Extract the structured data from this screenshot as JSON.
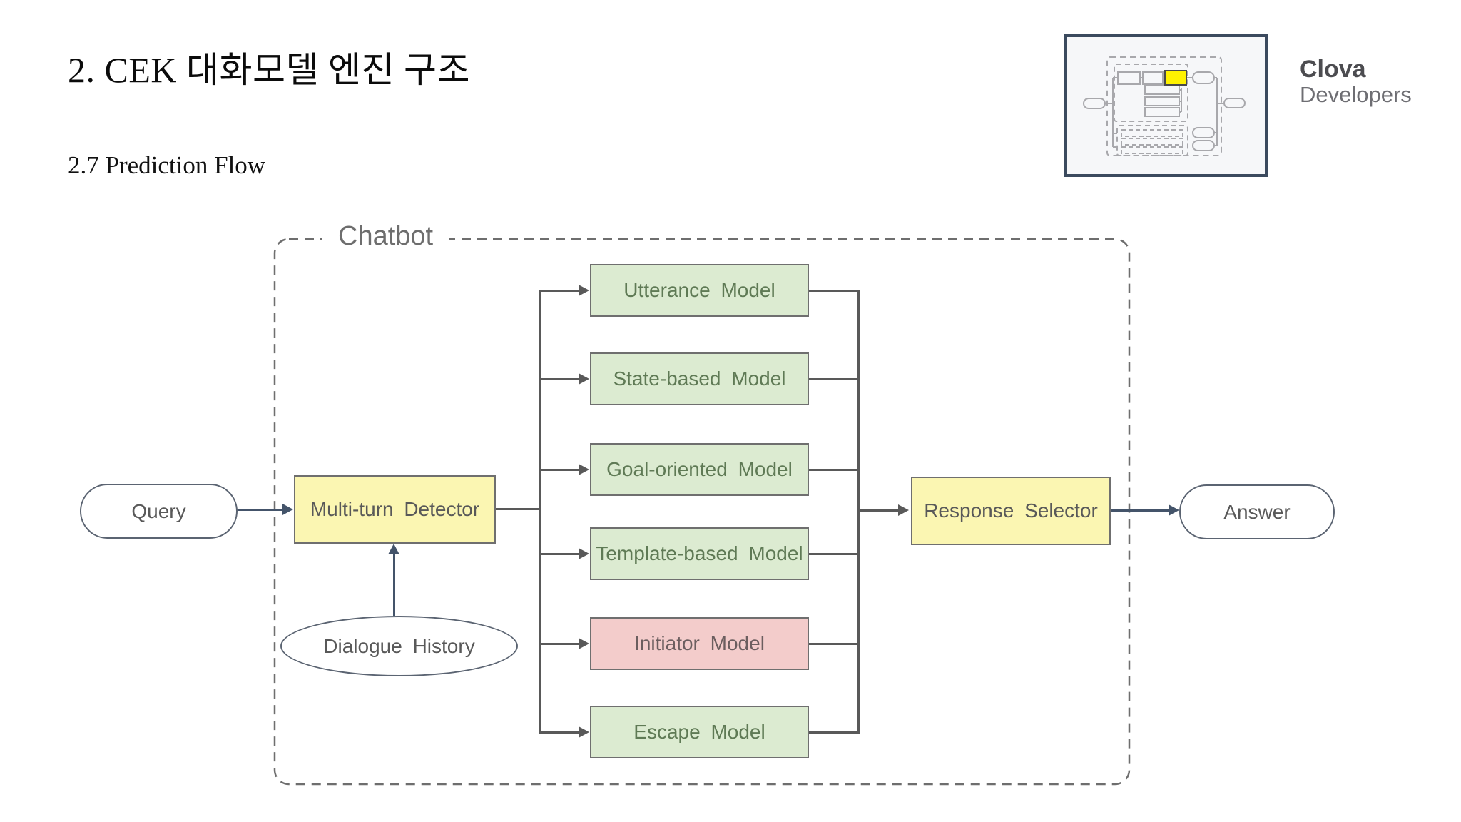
{
  "slide": {
    "title": "2. CEK 대화모델 엔진 구조",
    "subtitle": "2.7 Prediction Flow"
  },
  "branding": {
    "name": "Clova",
    "sub": "Developers"
  },
  "diagram": {
    "container_label": "Chatbot",
    "input_node": "Query",
    "detector": "Multi-turn Detector",
    "history_node": "Dialogue History",
    "models": [
      {
        "label": "Utterance Model",
        "type": "green"
      },
      {
        "label": "State-based Model",
        "type": "green"
      },
      {
        "label": "Goal-oriented Model",
        "type": "green"
      },
      {
        "label": "Template-based Model",
        "type": "green"
      },
      {
        "label": "Initiator Model",
        "type": "pink"
      },
      {
        "label": "Escape Model",
        "type": "green"
      }
    ],
    "selector": "Response Selector",
    "output_node": "Answer"
  },
  "colors": {
    "accent_navy": "#44546A",
    "line_gray": "#595959",
    "box_yellow": "#FBF6B2",
    "box_green": "#DCEBD1",
    "box_pink": "#F3CCCB",
    "green_text": "#5F7A55",
    "pink_text": "#6B5E5F",
    "gray_text": "#595959",
    "dash_gray": "#6E6E6E",
    "minimap_highlight": "#FFF200",
    "minimap_line": "#A8A8AC",
    "thumb_border": "#3B4A5E"
  }
}
